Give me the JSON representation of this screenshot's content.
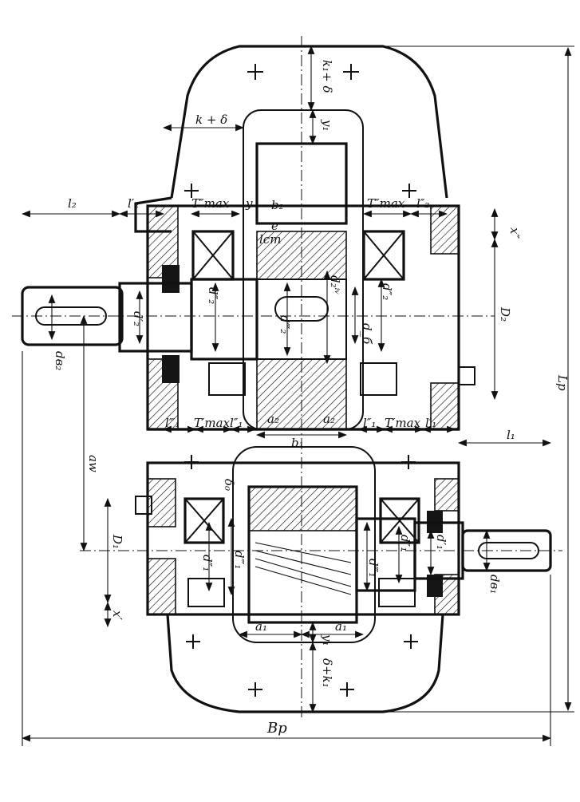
{
  "labels": {
    "l2": "l₂",
    "l2p": "l′₂",
    "t2max_left": "T″max",
    "y_top": "y",
    "b2": "b₂",
    "t2max_right": "T″max",
    "l2pp_right": "l″₂",
    "x_pp": "x″",
    "k_delta": "k + δ",
    "k1_delta": "k₁+ δ",
    "y1_top": "y₁",
    "e": "e",
    "lcm": "lcm",
    "d2pp_left": "d″₂",
    "d2p": "d′₂",
    "d2ppp": "d‴₂",
    "d2iv": "d₂ⁱᵛ",
    "d2pp_right": "d″₂",
    "db": "d_б",
    "D2": "D₂",
    "LP": "Lp",
    "dB2": "dв₂",
    "aw": "aw",
    "l1ppp": "l‴₁",
    "t1max_left": "T′max",
    "l1pp_left": "l″₁",
    "a2_left": "a₂",
    "a2_right": "a₂",
    "b1": "b₁",
    "l1pp_right": "l″₁",
    "t1max_right": "T′max",
    "l1p_right": "l′₁",
    "l1": "l₁",
    "delta0": "δ₀",
    "D1": "D₁",
    "d1pp_left": "d″₁",
    "d1ppp_left": "d‴₁",
    "d1pp_right": "d″₁",
    "d1p": "d′₁",
    "d1ppp_right": "d‴₁",
    "dB1": "dв₁",
    "x_p": "x′",
    "a1_left": "a₁",
    "a1_right": "a₁",
    "y1_bottom": "y₁",
    "delta_k1": "δ+k₁",
    "BP": "Bp"
  }
}
